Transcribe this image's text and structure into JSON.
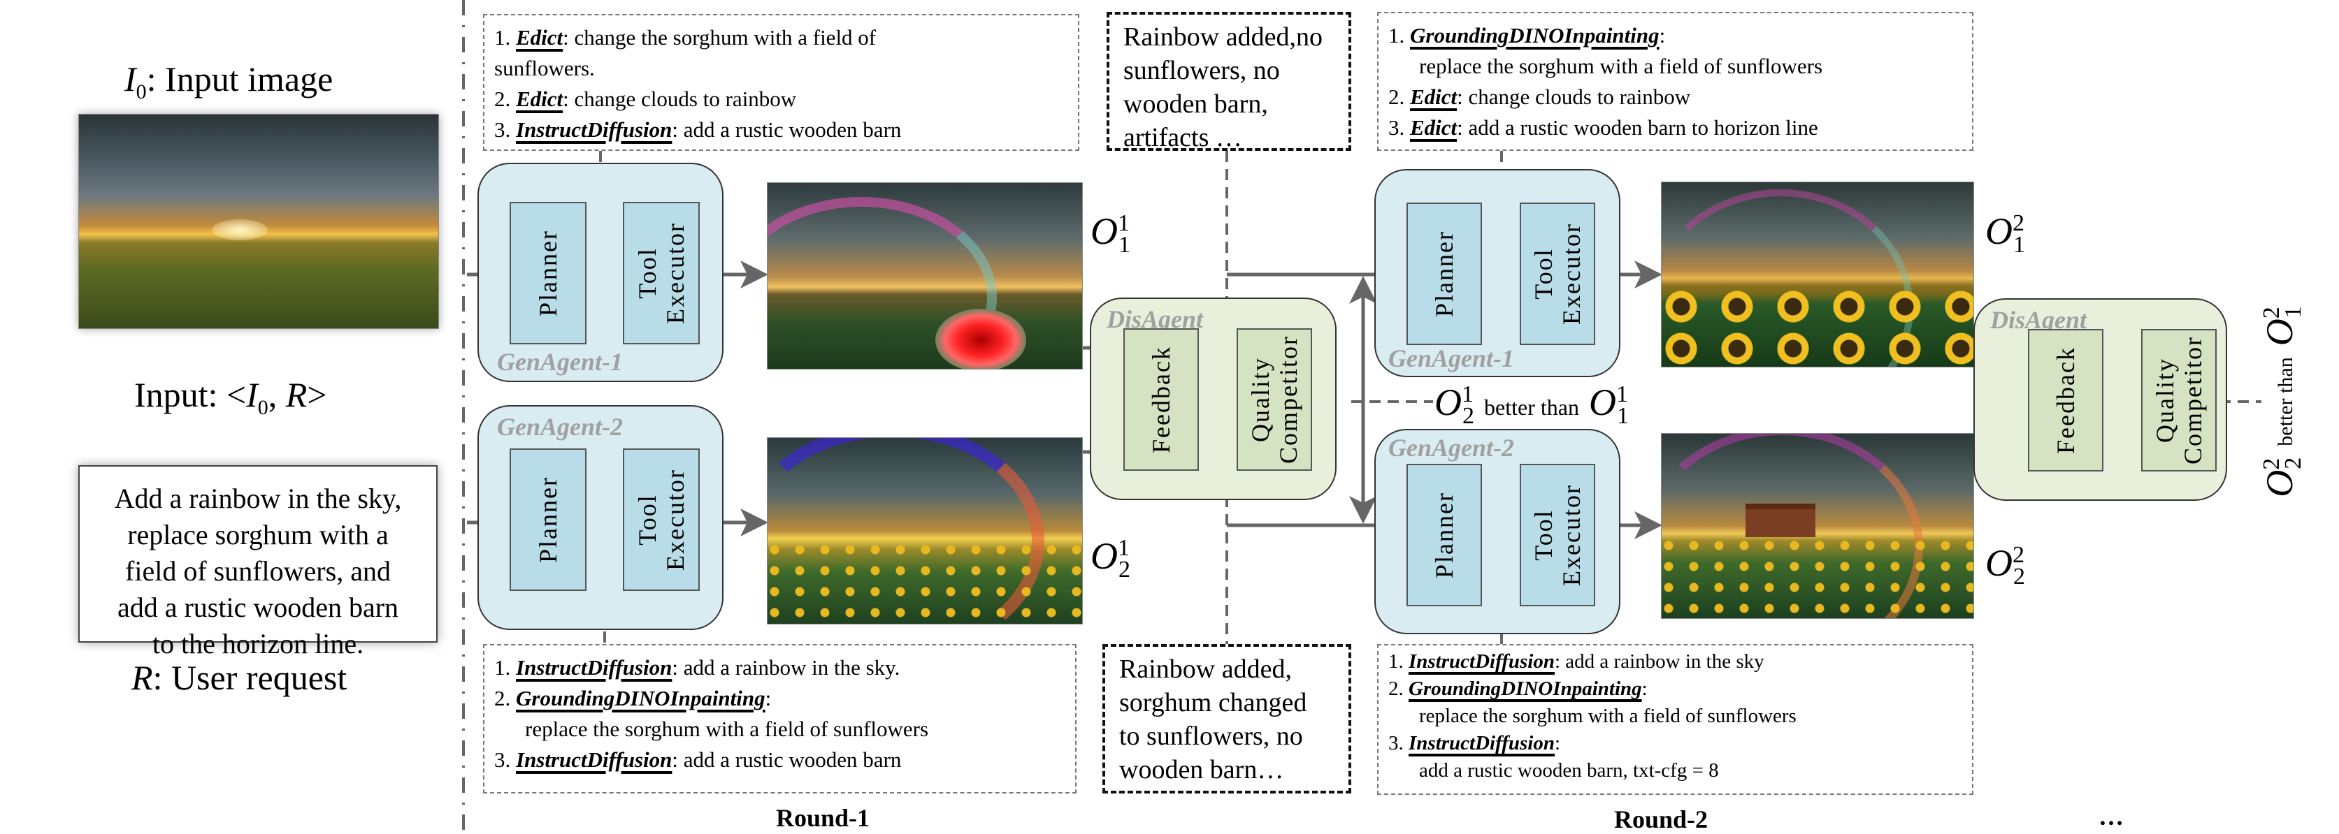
{
  "input": {
    "image_caption_symbol": "I",
    "image_caption_sub": "0",
    "image_caption_text": ": Input image",
    "input_label_prefix": "Input: <",
    "input_label_I": "I",
    "input_label_sub": "0",
    "input_label_sep": ", ",
    "input_label_R": "R",
    "input_label_suffix": ">",
    "request_lines": [
      "Add a rainbow in the sky,",
      "replace sorghum with a",
      "field of sunflowers, and",
      "add a rustic wooden barn",
      "to the horizon line."
    ],
    "request_caption_symbol": "R",
    "request_caption_text": ": User request"
  },
  "agents": {
    "gen1_title": "GenAgent-1",
    "gen2_title": "GenAgent-2",
    "dis_title": "DisAgent",
    "planner": "Planner",
    "tool_line1": "Tool",
    "tool_line2": "Executor",
    "feedback": "Feedback",
    "quality_line1": "Quality",
    "quality_line2": "Competitor"
  },
  "round1": {
    "label": "Round-1",
    "plan_top": [
      {
        "num": "1. ",
        "tool": "Edict",
        "text": ": change the sorghum with a field of"
      },
      {
        "num": "",
        "tool": "",
        "text": "sunflowers."
      },
      {
        "num": "2. ",
        "tool": "Edict",
        "text": ": change clouds to rainbow"
      },
      {
        "num": "3. ",
        "tool": "InstructDiffusion",
        "text": ": add a rustic wooden barn"
      }
    ],
    "plan_bottom": [
      {
        "num": "1. ",
        "tool": "InstructDiffusion",
        "text": ": add a rainbow in the sky."
      },
      {
        "num": "2. ",
        "tool": "GroundingDINOInpainting",
        "text": ":"
      },
      {
        "num": "",
        "tool": "",
        "text": "replace the sorghum with a field of sunflowers"
      },
      {
        "num": "3. ",
        "tool": "InstructDiffusion",
        "text": ": add a rustic wooden barn"
      }
    ],
    "feedback_top": [
      "Rainbow added,no",
      "sunflowers, no",
      "wooden barn,",
      "artifacts …"
    ],
    "feedback_bottom": [
      "Rainbow added,",
      "sorghum changed",
      "to sunflowers, no",
      "wooden barn…"
    ],
    "output1": {
      "sym": "O",
      "sub": "1",
      "sup": "1"
    },
    "output2": {
      "sym": "O",
      "sub": "2",
      "sup": "1"
    },
    "verdict": {
      "winner_sub": "2",
      "winner_sup": "1",
      "text": "better than",
      "loser_sub": "1",
      "loser_sup": "1"
    }
  },
  "round2": {
    "label": "Round-2",
    "plan_top": [
      {
        "num": "1. ",
        "tool": "GroundingDINOInpainting",
        "text": ":"
      },
      {
        "num": "",
        "tool": "",
        "text": "replace the sorghum with a field of sunflowers"
      },
      {
        "num": "2. ",
        "tool": "Edict",
        "text": ": change clouds to rainbow"
      },
      {
        "num": "3. ",
        "tool": "Edict",
        "text": ": add a rustic wooden barn to horizon line"
      }
    ],
    "plan_bottom": [
      {
        "num": "1. ",
        "tool": "InstructDiffusion",
        "text": ": add a rainbow in the sky"
      },
      {
        "num": "2. ",
        "tool": "GroundingDINOInpainting",
        "text": ":"
      },
      {
        "num": "",
        "tool": "",
        "text": "replace the sorghum with a field of sunflowers"
      },
      {
        "num": "3. ",
        "tool": "InstructDiffusion",
        "text": ":"
      },
      {
        "num": "",
        "tool": "",
        "text": "add a rustic wooden barn, txt-cfg = 8"
      }
    ],
    "output1": {
      "sym": "O",
      "sub": "1",
      "sup": "2"
    },
    "output2": {
      "sym": "O",
      "sub": "2",
      "sup": "2"
    },
    "verdict": {
      "winner_sub": "2",
      "winner_sup": "2",
      "text": "better than",
      "loser_sub": "1",
      "loser_sup": "2"
    }
  },
  "continuation": "…",
  "colors": {
    "gen_agent_bg": "#d9ecf2",
    "gen_module_bg": "#b8dde8",
    "dis_agent_bg": "#e8f0dc",
    "dis_module_bg": "#d6e3c2",
    "agent_title": "#a0a0a0",
    "arrow": "#666666"
  }
}
